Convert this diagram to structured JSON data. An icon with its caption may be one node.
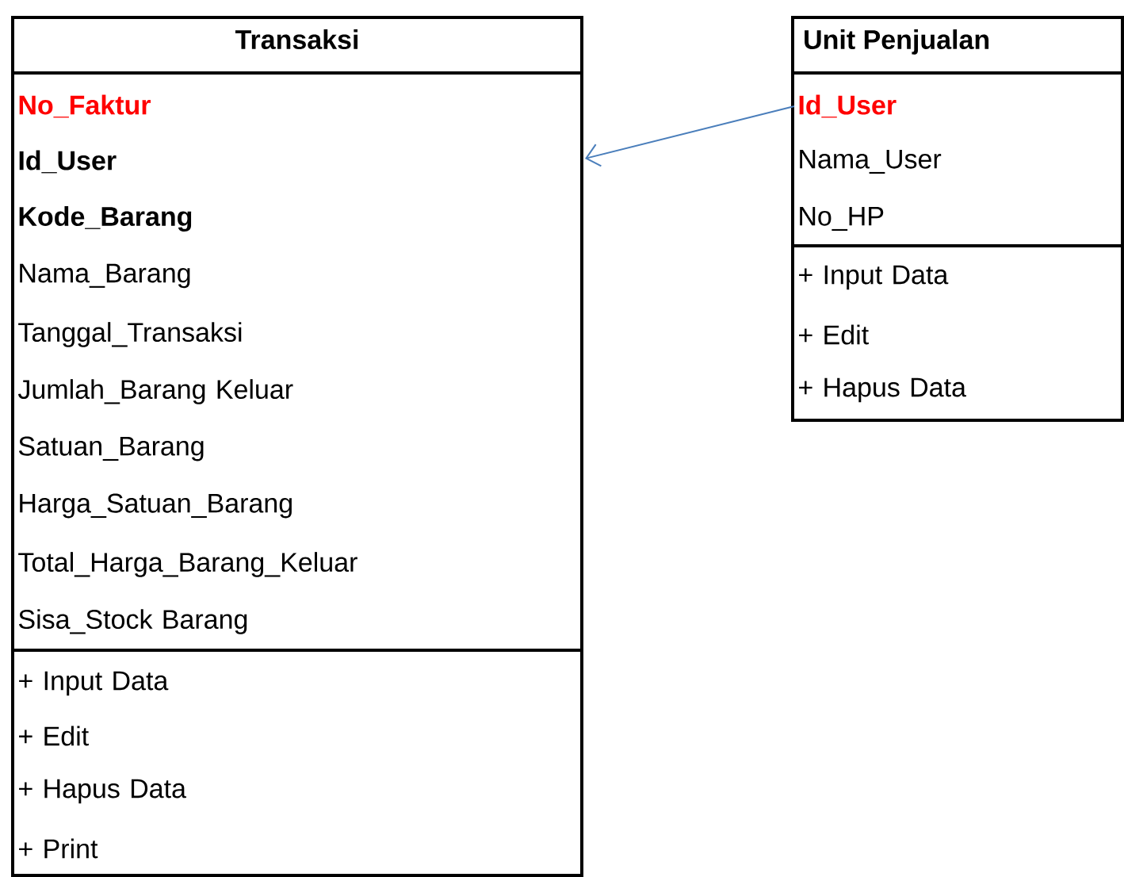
{
  "diagram": {
    "nodes": [
      {
        "text": [
          "Transaksi"
        ]
      },
      {
        "text": [
          "No_Faktur"
        ],
        "in": 0
      },
      {
        "text": [
          "Id_User"
        ],
        "in": 0
      },
      {
        "text": [
          "Kode_Barang"
        ],
        "in": 0
      },
      {
        "text": [
          "Nama_Barang"
        ],
        "in": 0
      },
      {
        "text": [
          "Tanggal_Transaksi"
        ],
        "in": 0
      },
      {
        "text": [
          "Jumlah_Barang Keluar"
        ],
        "in": 0
      },
      {
        "text": [
          "Satuan_Barang"
        ],
        "in": 0
      },
      {
        "text": [
          "Harga_Satuan_Barang"
        ],
        "in": 0
      },
      {
        "text": [
          "Total_Harga_Barang_Keluar"
        ],
        "in": 0
      },
      {
        "text": [
          "Sisa_Stock Barang"
        ],
        "in": 0
      },
      {
        "text": [
          "+ Input Data"
        ],
        "in": 0
      },
      {
        "text": [
          "+ Edit"
        ],
        "in": 0
      },
      {
        "text": [
          "+ Hapus Data"
        ],
        "in": 0
      },
      {
        "text": [
          "+ Print"
        ],
        "in": 0
      },
      {
        "text": [
          "Unit Penjualan"
        ]
      },
      {
        "text": [
          "Id_User"
        ],
        "in": 15
      },
      {
        "text": [
          "Nama_User"
        ],
        "in": 15
      },
      {
        "text": [
          "No_HP"
        ],
        "in": 15
      },
      {
        "text": [
          "+ Input Data"
        ],
        "in": 15
      },
      {
        "text": [
          "+ Edit"
        ],
        "in": 15
      },
      {
        "text": [
          "+ Hapus Data"
        ],
        "in": 15
      }
    ],
    "edges": [
      {
        "from": 16,
        "to": 0,
        "arrow": "to",
        "color": "#4a7ebb"
      }
    ]
  }
}
